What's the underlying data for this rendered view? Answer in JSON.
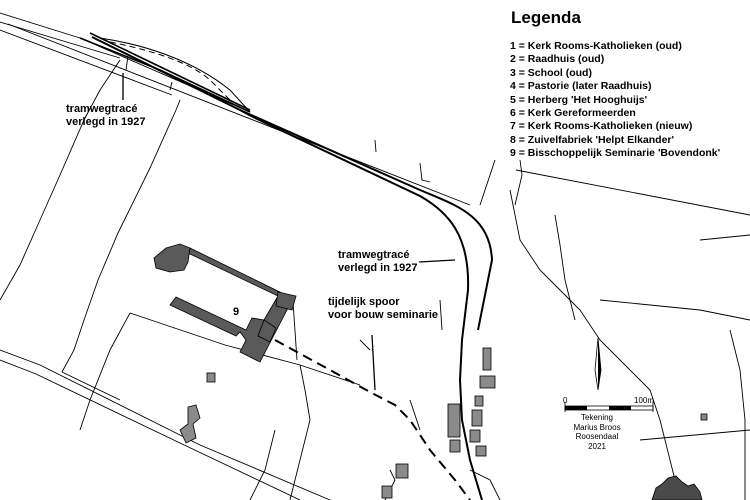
{
  "legend": {
    "title": "Legenda",
    "items": [
      "1 = Kerk Rooms-Katholieken (oud)",
      "2 = Raadhuis (oud)",
      "3 = School (oud)",
      "4 = Pastorie  (later Raadhuis)",
      "5 = Herberg 'Het Hooghuijs'",
      "6 = Kerk Gereformeerden",
      "7 = Kerk Rooms-Katholieken (nieuw)",
      "8 = Zuivelfabriek 'Helpt Elkander'",
      "9 = Bisschoppelijk Seminarie 'Bovendonk'"
    ]
  },
  "annotations": {
    "tram_left_line1": "tramwegtracé",
    "tram_left_line2": "verlegd in 1927",
    "tram_right_line1": "tramwegtracé",
    "tram_right_line2": "verlegd in 1927",
    "spoor_line1": "tijdelijk spoor",
    "spoor_line2": "voor bouw seminarie",
    "building_number": "9"
  },
  "scale": {
    "start_label": "0",
    "end_label": "100m"
  },
  "credit": {
    "line1": "Tekening",
    "line2": "Marius Broos",
    "line3": "Roosendaal",
    "line4": "2021"
  },
  "colors": {
    "ink": "#000000",
    "building": "#5a5a5a",
    "background": "#ffffff"
  }
}
